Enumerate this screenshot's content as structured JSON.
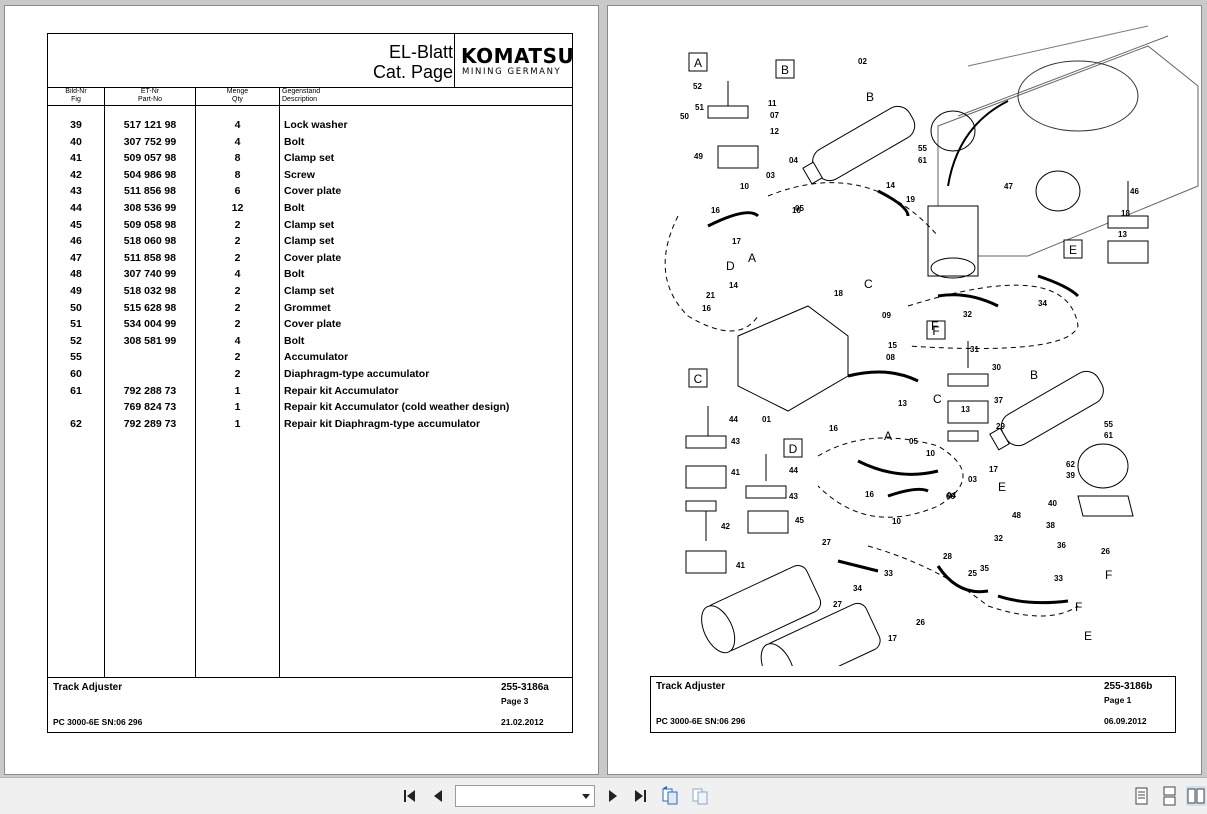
{
  "left_page": {
    "title_line1": "EL-Blatt",
    "title_line2": "Cat. Page",
    "logo_main": "KOMATSU",
    "logo_sub": "MINING GERMANY",
    "columns": [
      {
        "de": "Bild-Nr",
        "en": "Fig"
      },
      {
        "de": "ET-Nr",
        "en": "Part-No"
      },
      {
        "de": "Menge",
        "en": "Qty"
      },
      {
        "de": "Gegenstand",
        "en": "Description"
      }
    ],
    "rows": [
      {
        "fig": "39",
        "part": "517 121 98",
        "qty": "4",
        "desc": "Lock washer"
      },
      {
        "fig": "40",
        "part": "307 752 99",
        "qty": "4",
        "desc": "Bolt"
      },
      {
        "fig": "41",
        "part": "509 057 98",
        "qty": "8",
        "desc": "Clamp set"
      },
      {
        "fig": "42",
        "part": "504 986 98",
        "qty": "8",
        "desc": "Screw"
      },
      {
        "fig": "43",
        "part": "511 856 98",
        "qty": "6",
        "desc": "Cover plate"
      },
      {
        "fig": "44",
        "part": "308 536 99",
        "qty": "12",
        "desc": "Bolt"
      },
      {
        "fig": "45",
        "part": "509 058 98",
        "qty": "2",
        "desc": "Clamp set"
      },
      {
        "fig": "46",
        "part": "518 060 98",
        "qty": "2",
        "desc": "Clamp set"
      },
      {
        "fig": "47",
        "part": "511 858 98",
        "qty": "2",
        "desc": "Cover plate"
      },
      {
        "fig": "48",
        "part": "307 740 99",
        "qty": "4",
        "desc": "Bolt"
      },
      {
        "fig": "49",
        "part": "518 032 98",
        "qty": "2",
        "desc": "Clamp set"
      },
      {
        "fig": "50",
        "part": "515 628 98",
        "qty": "2",
        "desc": "Grommet"
      },
      {
        "fig": "51",
        "part": "534 004 99",
        "qty": "2",
        "desc": "Cover plate"
      },
      {
        "fig": "52",
        "part": "308 581 99",
        "qty": "4",
        "desc": "Bolt"
      },
      {
        "fig": "55",
        "part": "",
        "qty": "2",
        "desc": "Accumulator"
      },
      {
        "fig": "60",
        "part": "",
        "qty": "2",
        "desc": "Diaphragm-type accumulator"
      },
      {
        "fig": "61",
        "part": "792 288 73",
        "qty": "1",
        "desc": "Repair kit Accumulator"
      },
      {
        "fig": "",
        "part": "769 824 73",
        "qty": "1",
        "desc": "Repair kit Accumulator (cold weather design)"
      },
      {
        "fig": "62",
        "part": "792 289 73",
        "qty": "1",
        "desc": "Repair kit Diaphragm-type accumulator"
      }
    ],
    "footer": {
      "name": "Track Adjuster",
      "doc_no": "255-3186a",
      "page": "Page 3",
      "machine": "PC 3000-6E SN:06 296",
      "date": "21.02.2012"
    }
  },
  "right_page": {
    "footer": {
      "name": "Track Adjuster",
      "doc_no": "255-3186b",
      "page": "Page 1",
      "machine": "PC 3000-6E SN:06 296",
      "date": "06.09.2012"
    },
    "boxed_letters": [
      "A",
      "B",
      "C",
      "D",
      "E",
      "F"
    ],
    "callouts": [
      "52",
      "51",
      "50",
      "49",
      "11",
      "07",
      "12",
      "02",
      "B",
      "55",
      "61",
      "04",
      "03",
      "10",
      "05",
      "16",
      "17",
      "14",
      "19",
      "10",
      "A",
      "D",
      "14",
      "21",
      "16",
      "18",
      "C",
      "09",
      "15",
      "08",
      "13",
      "F",
      "31",
      "30",
      "37",
      "29",
      "B",
      "55",
      "61",
      "44",
      "43",
      "41",
      "42",
      "41",
      "44",
      "43",
      "45",
      "C",
      "01",
      "16",
      "13",
      "A",
      "05",
      "10",
      "03",
      "04",
      "17",
      "16",
      "10",
      "60",
      "62",
      "39",
      "40",
      "38",
      "36",
      "26",
      "F",
      "32",
      "E",
      "48",
      "47",
      "46",
      "18",
      "13",
      "34",
      "32",
      "27",
      "34",
      "27",
      "33",
      "17",
      "26",
      "28",
      "25",
      "35",
      "33",
      "F",
      "E"
    ]
  },
  "toolbar": {
    "page_value": "",
    "icons": [
      "first-page-icon",
      "prev-page-icon",
      "next-page-icon",
      "last-page-icon",
      "back-view-icon",
      "forward-view-icon",
      "single-page-icon",
      "continuous-icon",
      "facing-icon"
    ]
  }
}
